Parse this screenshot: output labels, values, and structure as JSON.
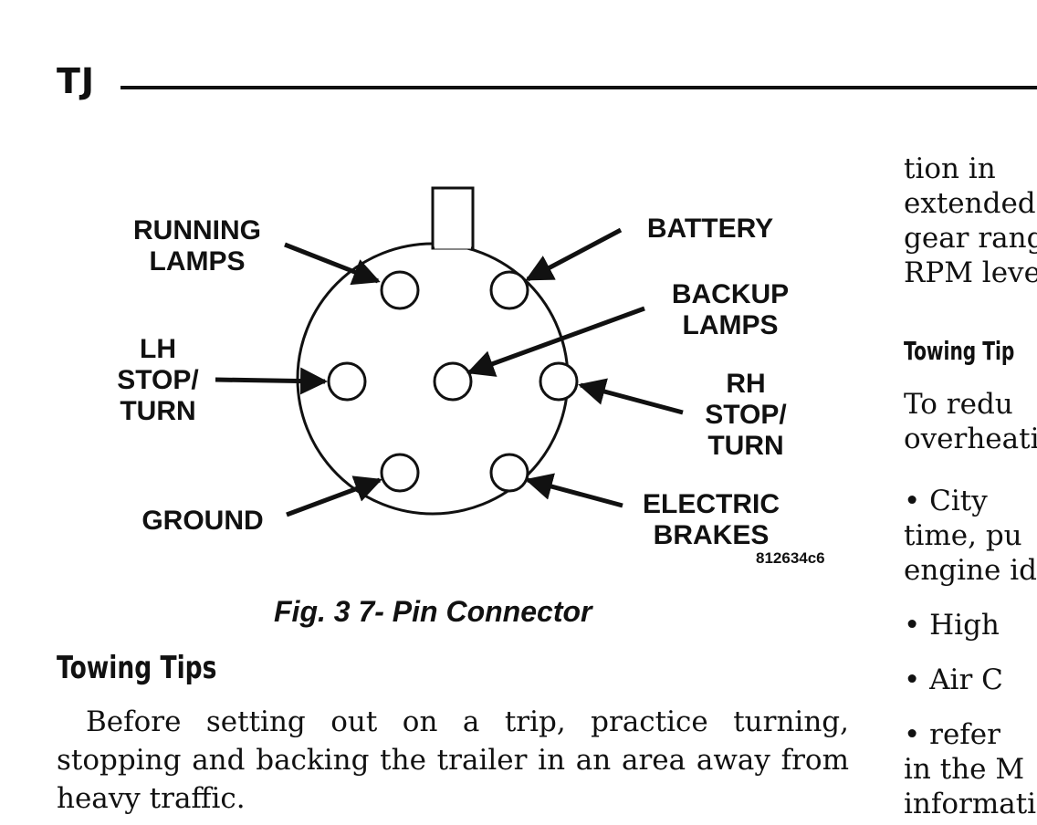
{
  "header": {
    "code": "TJ"
  },
  "figure": {
    "labels": {
      "running_lamps": "RUNNING\nLAMPS",
      "battery": "BATTERY",
      "backup_lamps": "BACKUP\nLAMPS",
      "lh_stop_turn": "LH\nSTOP/\nTURN",
      "rh_stop_turn": "RH\nSTOP/\nTURN",
      "ground": "GROUND",
      "electric_brakes": "ELECTRIC\nBRAKES"
    },
    "figure_id": "812634c6",
    "caption": "Fig. 3 7- Pin Connector"
  },
  "main": {
    "heading": "Towing Tips",
    "paragraph": "Before setting out on a trip, practice turning, stopping and backing the trailer in an area away from heavy traffic."
  },
  "right_column": {
    "lines": [
      "tion in",
      "extended",
      "gear rang",
      "RPM leve"
    ],
    "heading": "Towing Tip",
    "para_lines": [
      "To redu",
      "overheati",
      "• City",
      "time, pu",
      "engine id",
      "• High",
      "• Air C",
      "• refer",
      "in the M",
      "informati"
    ]
  }
}
